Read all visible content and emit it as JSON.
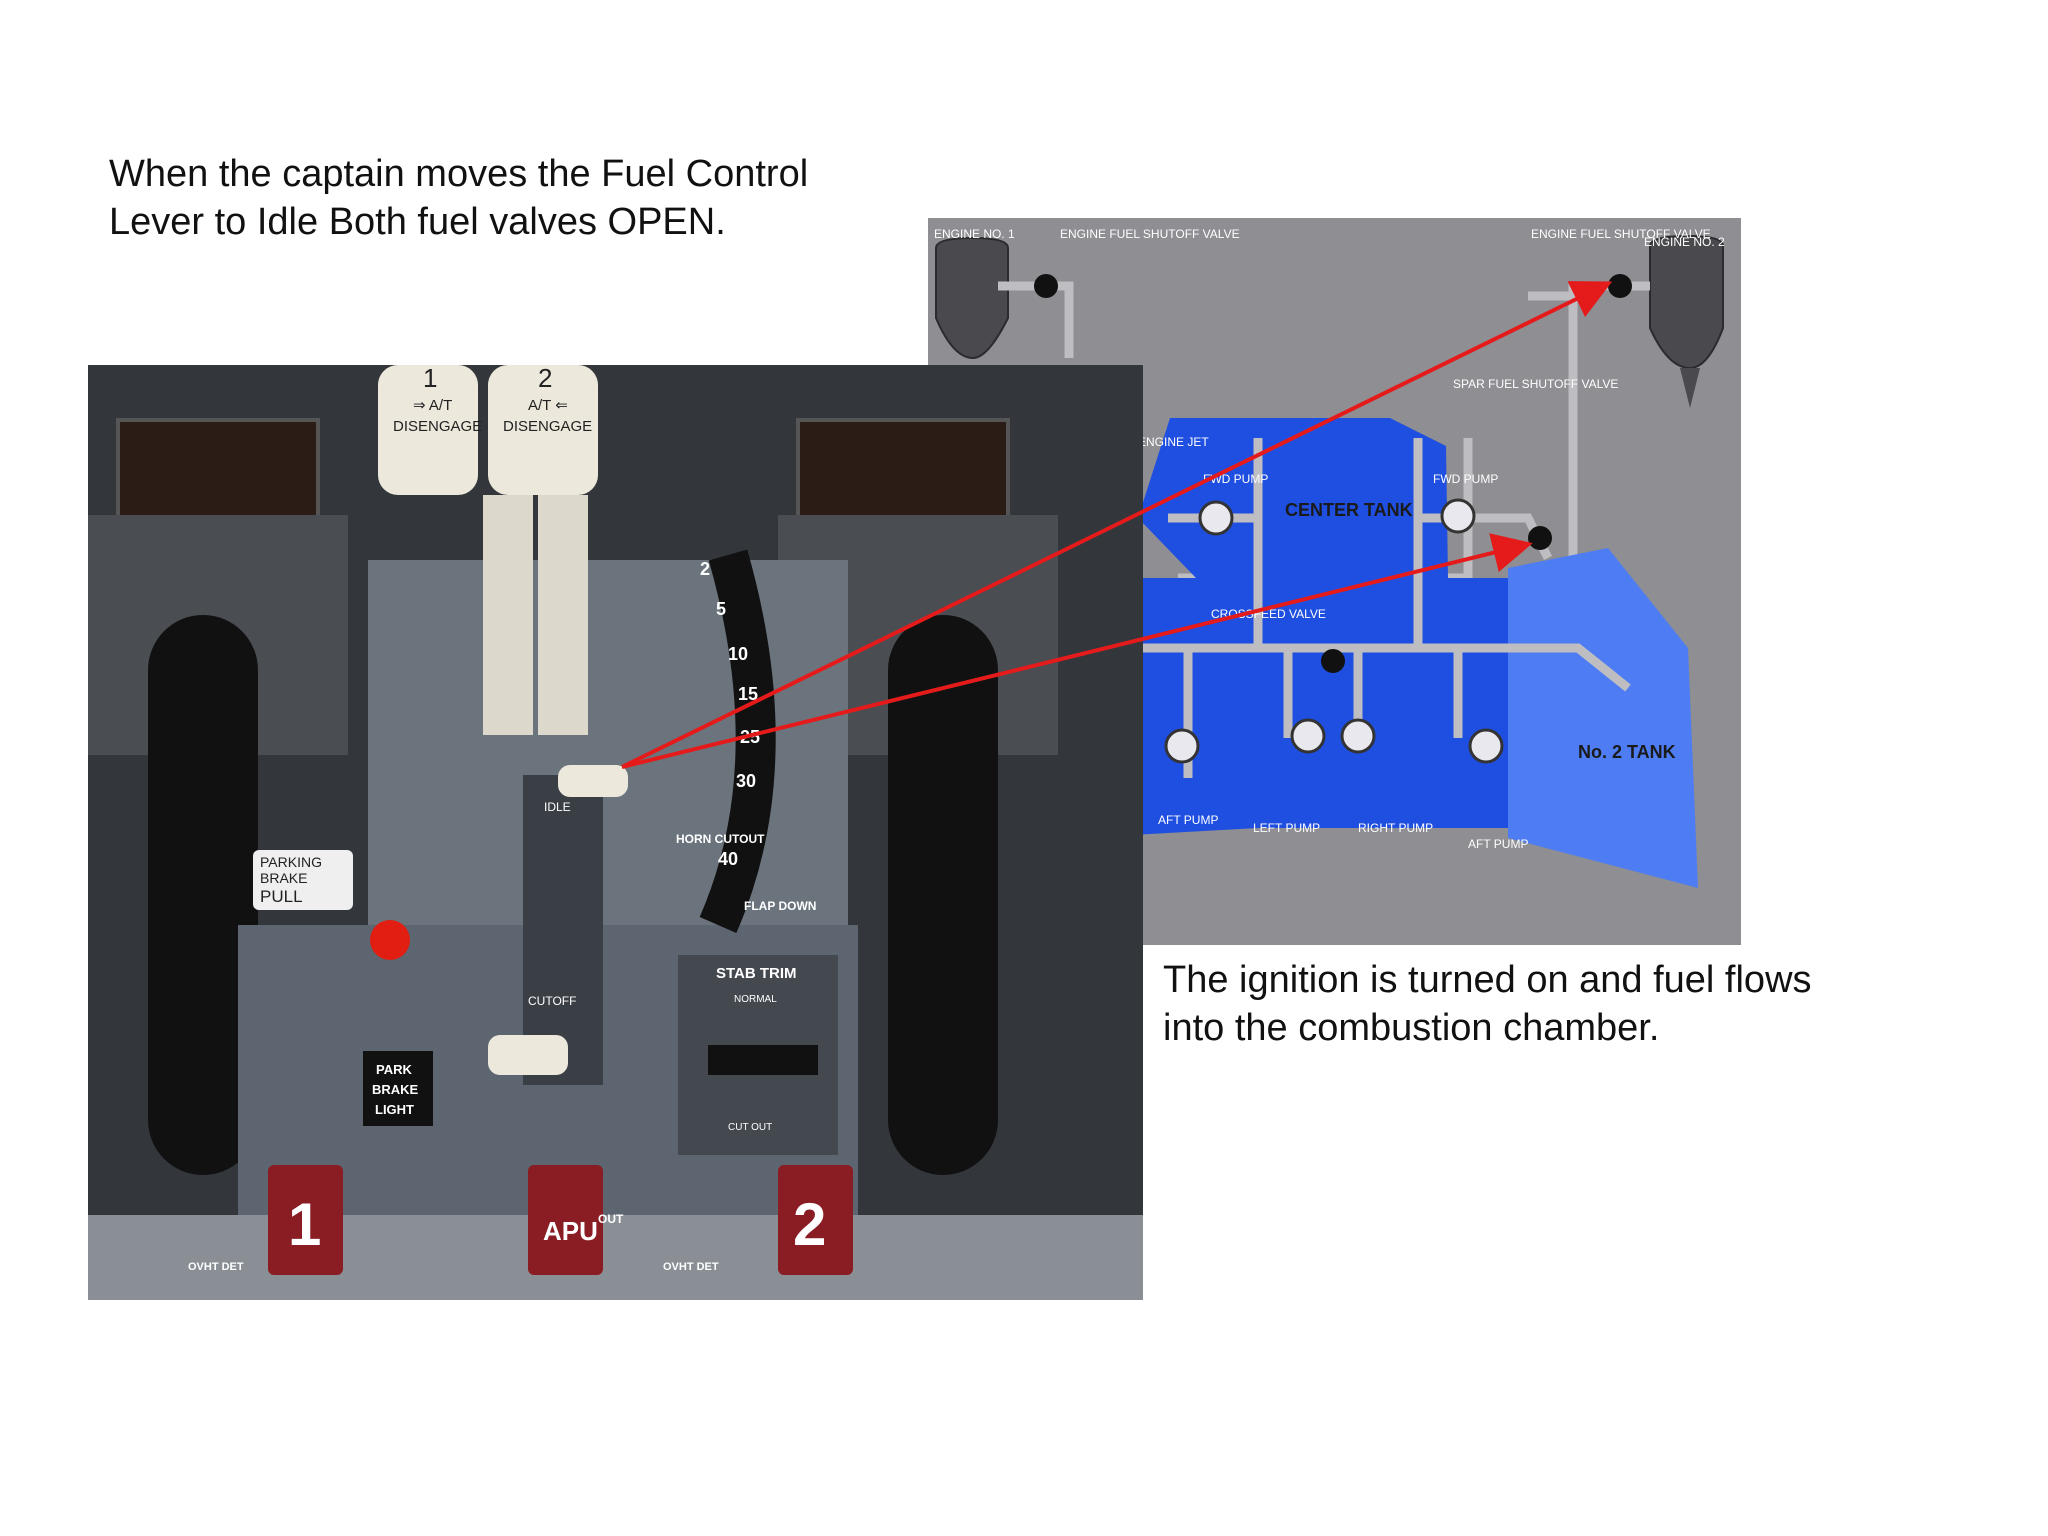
{
  "captions": {
    "top_line1": "When the captain moves the Fuel Control",
    "top_line2": "Lever to Idle Both fuel valves OPEN.",
    "bottom_line1": "The ignition is turned on and fuel flows",
    "bottom_line2": "into the combustion chamber."
  },
  "photo": {
    "lever1_num": "1",
    "lever1_label": "⇒ A/T",
    "lever1_label2": "DISENGAGE",
    "lever2_num": "2",
    "lever2_label": "A/T ⇐",
    "lever2_label2": "DISENGAGE",
    "idle": "IDLE",
    "cutoff": "CUTOFF",
    "flap_marks": [
      "2",
      "5",
      "10",
      "15",
      "25",
      "30",
      "40"
    ],
    "horn_cutout": "HORN CUTOUT",
    "flap_down": "FLAP DOWN",
    "stab_trim": "STAB TRIM",
    "normal": "NORMAL",
    "cut_out": "CUT OUT",
    "parking_brake": [
      "PARKING",
      "BRAKE",
      "PULL"
    ],
    "park_brake_light": [
      "PARK",
      "BRAKE",
      "LIGHT"
    ],
    "handle1": "1",
    "handle_apu": "APU",
    "handle2": "2",
    "out": "OUT",
    "ovht_det": "OVHT DET"
  },
  "schematic": {
    "engine1": "ENGINE NO. 1",
    "engine_fuel_shutoff_left": "ENGINE FUEL SHUTOFF VALVE",
    "engine_fuel_shutoff_right": "ENGINE FUEL SHUTOFF VALVE",
    "engine2": "ENGINE NO. 2",
    "spar_fuel_shutoff": "SPAR FUEL SHUTOFF VALVE",
    "center_tank": "CENTER TANK",
    "crossfeed_valve": "CROSSFEED VALVE",
    "no2_tank": "No. 2 TANK",
    "fwd_pump_left": "FWD PUMP",
    "fwd_pump_right": "FWD PUMP",
    "left_pump": "LEFT PUMP",
    "right_pump": "RIGHT PUMP",
    "aft_pump_left": "AFT PUMP",
    "aft_pump_right": "AFT PUMP",
    "engine_jet": "ENGINE JET"
  },
  "colors": {
    "arrow": "#e51b1b",
    "schematic_bg": "#8e8e93",
    "center_tank": "#1f4fe0",
    "wing_tank": "#3d6cf0"
  }
}
